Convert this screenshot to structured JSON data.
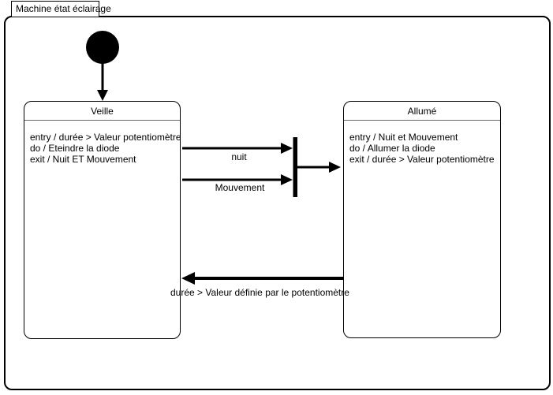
{
  "frame": {
    "title": "Machine état éclairage"
  },
  "states": {
    "veille": {
      "title": "Veille",
      "entry": "entry / durée > Valeur potentiomètre",
      "do": "do / Eteindre la diode",
      "exit": "exit / Nuit ET Mouvement"
    },
    "allume": {
      "title": "Allumé",
      "entry": "entry / Nuit et Mouvement",
      "do": "do / Allumer la diode",
      "exit": "exit / durée > Valeur potentiomètre"
    }
  },
  "transitions": {
    "veille_to_join_top": "nuit",
    "veille_to_join_bottom": "Mouvement",
    "allume_to_veille": "durée > Valeur définie par le potentiomètre"
  },
  "colors": {
    "stroke": "#000000",
    "background": "#ffffff",
    "separator": "#666666"
  }
}
